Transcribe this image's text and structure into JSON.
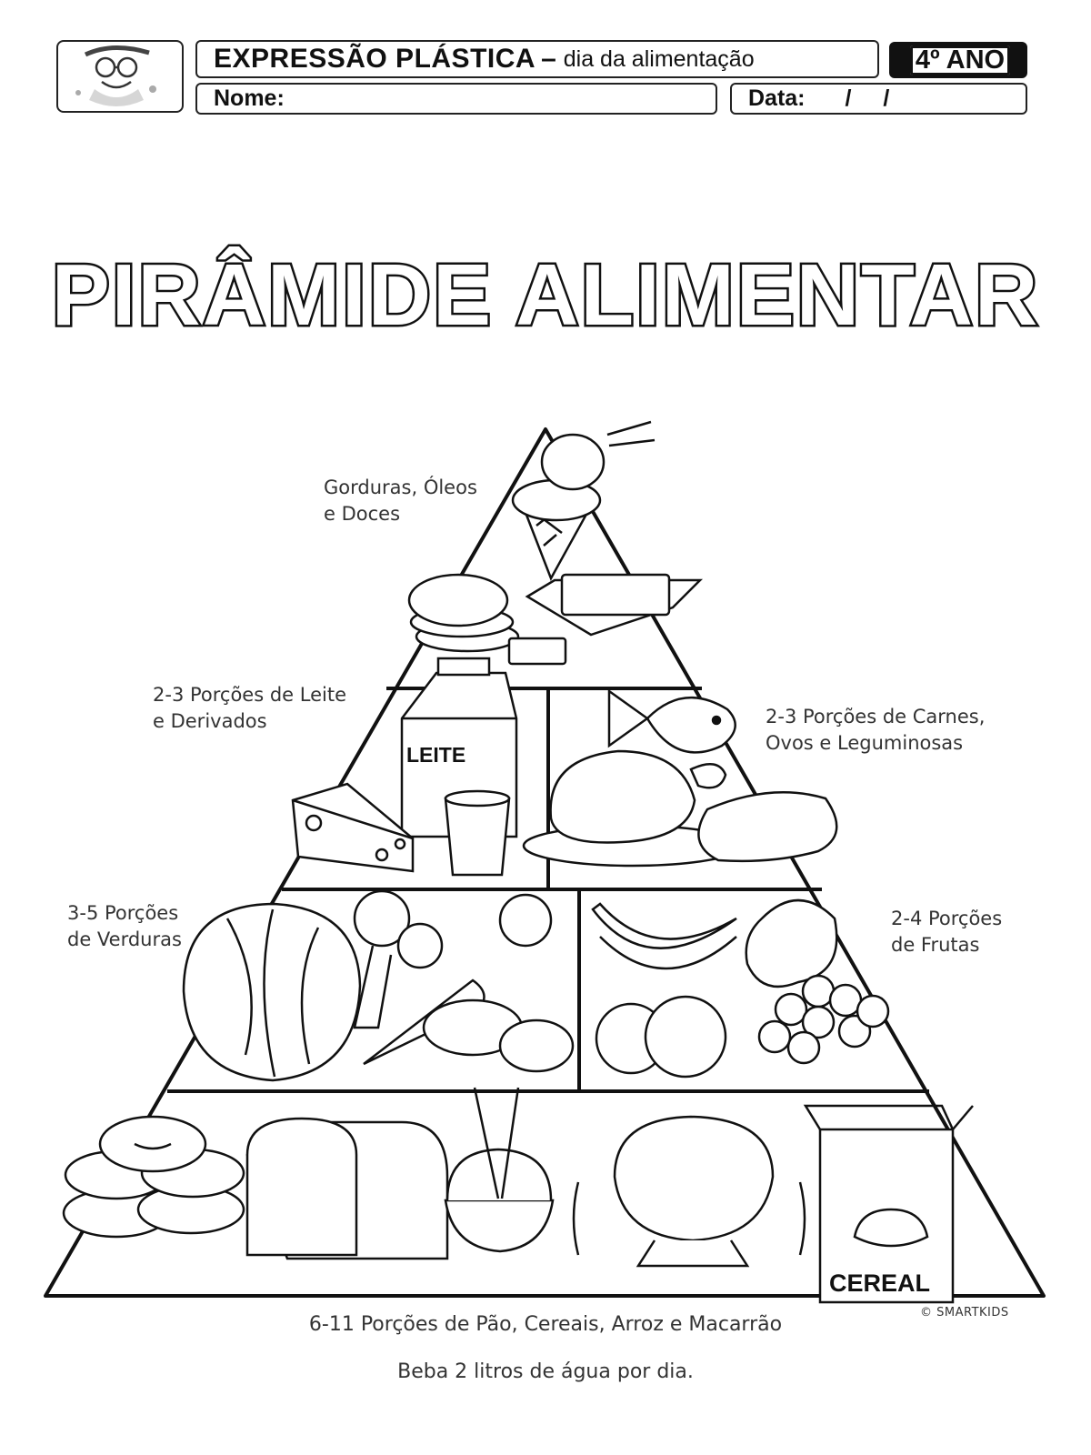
{
  "header": {
    "subject": "EXPRESSÃO PLÁSTICA",
    "dash": "–",
    "topic": "dia da alimentação",
    "grade": "4º ANO",
    "name_label": "Nome:",
    "date_label": "Data:",
    "date_slashes": "/ /"
  },
  "title": "PIRÂMIDE ALIMENTAR",
  "pyramid": {
    "levels": [
      {
        "label_line1": "Gorduras, Óleos",
        "label_line2": "e Doces"
      },
      {
        "label_line1": "2-3 Porções de Leite",
        "label_line2": "e Derivados"
      },
      {
        "label_line1": "2-3 Porções de Carnes,",
        "label_line2": "Ovos e Leguminosas"
      },
      {
        "label_line1": "3-5 Porções",
        "label_line2": "de Verduras"
      },
      {
        "label_line1": "2-4 Porções",
        "label_line2": "de Frutas"
      }
    ],
    "milk_carton_text": "LEITE",
    "cereal_box_text": "CEREAL",
    "base_label": "6-11 Porções de Pão, Cereais, Arroz e Macarrão",
    "water_note": "Beba 2 litros de água por dia.",
    "credit": "© SMARTKIDS"
  }
}
